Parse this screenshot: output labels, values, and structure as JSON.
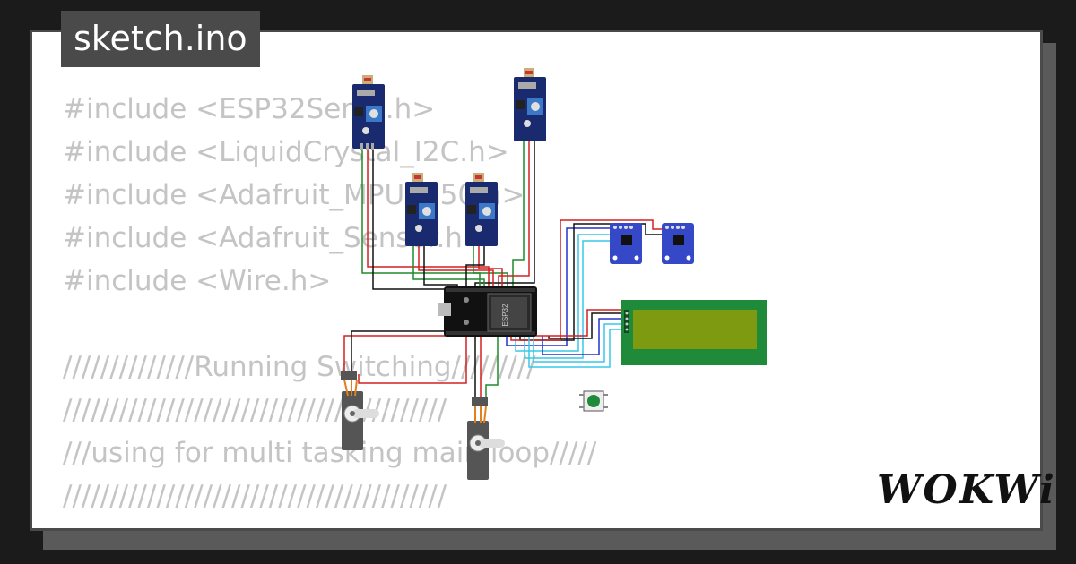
{
  "file_tab": {
    "name": "sketch.ino"
  },
  "code_lines": [
    "#include <ESP32Servo.h>",
    "#include <LiquidCrystal_I2C.h>",
    "#include <Adafruit_MPU6050.h>",
    "#include <Adafruit_Sensor.h>",
    "#include <Wire.h>",
    "",
    "//////////////Running Switching/////////",
    "/////////////////////////////////////////",
    "///using for multi tasking main loop/////",
    "/////////////////////////////////////////"
  ],
  "mcu": {
    "chip_label": "ESP32"
  },
  "logo": {
    "text": "WOKWi"
  },
  "colors": {
    "background": "#1b1b1b",
    "card": "#ffffff",
    "code_text": "#c4c4c4",
    "wire_red": "#d22020",
    "wire_green": "#1f8a2a",
    "wire_black": "#111111",
    "wire_blue": "#2233cc",
    "wire_cyan": "#38c8e8",
    "pcb_blue": "#1a2a6e",
    "lcd_green": "#1f8a3a",
    "lcd_screen": "#7e9a10"
  }
}
